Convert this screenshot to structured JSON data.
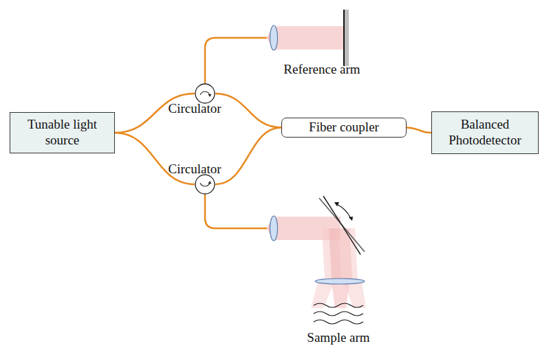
{
  "diagram": {
    "nodes": [
      {
        "text": [
          "Tunable light source"
        ]
      },
      {
        "text": [
          "Circulator"
        ]
      },
      {
        "text": [
          "Circulator"
        ]
      },
      {
        "text": [
          "Fiber coupler"
        ]
      },
      {
        "text": [
          "Balanced Photodetector"
        ]
      }
    ],
    "edges": [
      {
        "from": 0,
        "to": 1,
        "arrow": "none"
      },
      {
        "from": 0,
        "to": 2,
        "arrow": "none"
      },
      {
        "from": 1,
        "to": 3,
        "arrow": "none"
      },
      {
        "from": 2,
        "to": 3,
        "arrow": "none"
      },
      {
        "from": 3,
        "to": 4,
        "arrow": "none"
      }
    ],
    "labels": [
      "Reference arm",
      "Sample arm"
    ]
  }
}
